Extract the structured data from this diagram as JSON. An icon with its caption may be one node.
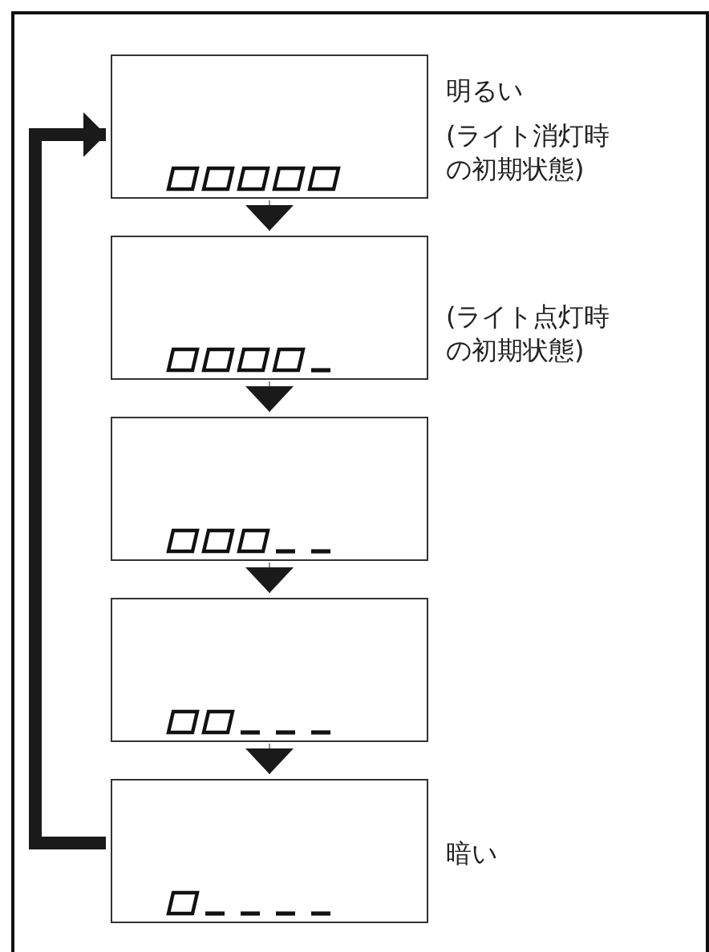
{
  "diagram": {
    "nodes": [
      {
        "text": [],
        "shape": "box",
        "beside": [
          "明るい",
          "(ライト消灯時の初期状態)"
        ]
      },
      {
        "text": [],
        "shape": "box",
        "beside": [
          "(ライト点灯時の初期状態)"
        ]
      },
      {
        "text": [],
        "shape": "box"
      },
      {
        "text": [],
        "shape": "box"
      },
      {
        "text": [],
        "shape": "box",
        "beside": [
          "暗い"
        ]
      }
    ],
    "edges": [
      {
        "from": 0,
        "to": 1,
        "arrow": "to"
      },
      {
        "from": 1,
        "to": 2,
        "arrow": "to"
      },
      {
        "from": 2,
        "to": 3,
        "arrow": "to"
      },
      {
        "from": 3,
        "to": 4,
        "arrow": "to"
      },
      {
        "from": 4,
        "to": 0,
        "arrow": "to",
        "style": "thick"
      }
    ]
  }
}
